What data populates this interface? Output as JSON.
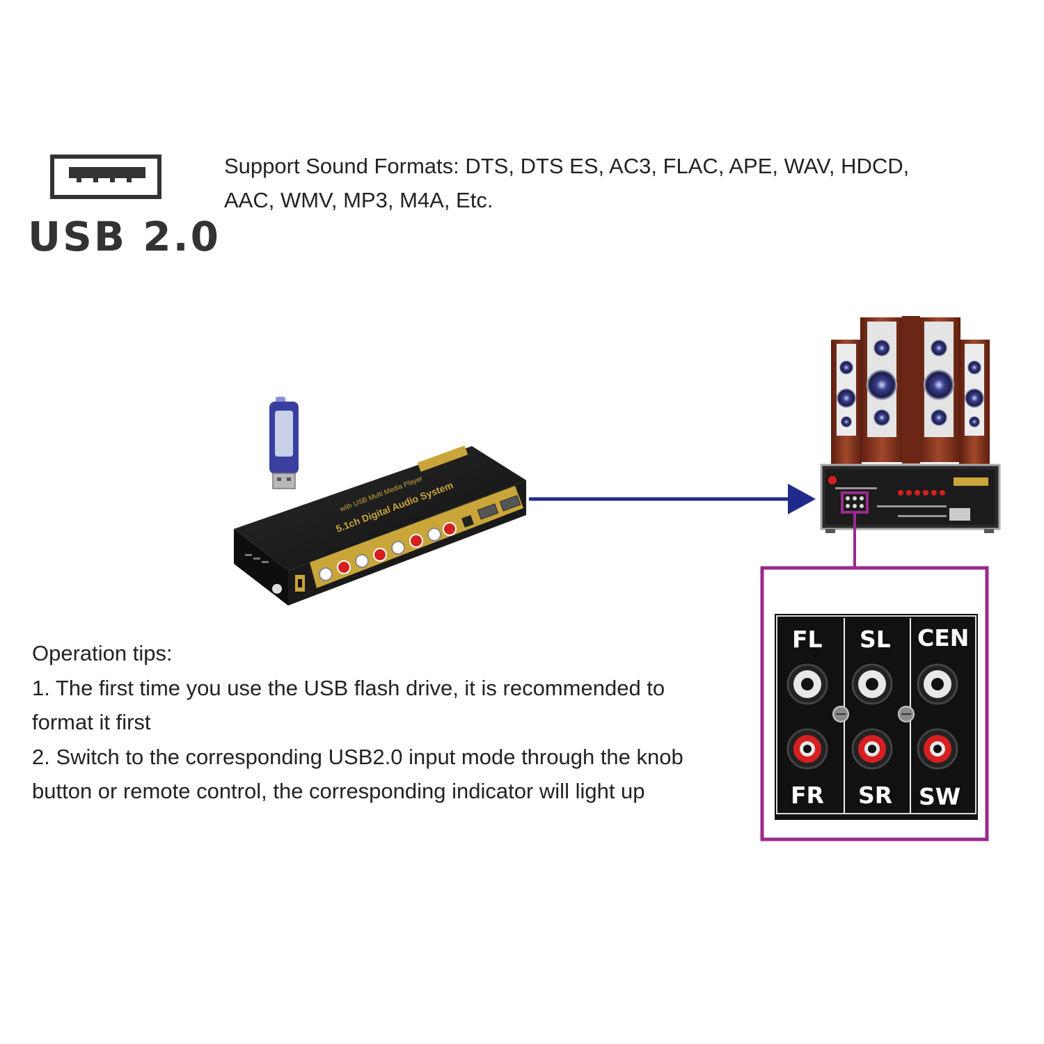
{
  "usb": {
    "label": "USB 2.0",
    "icon": "usb-port-icon"
  },
  "formats": {
    "line1": "Support Sound Formats: DTS, DTS ES, AC3, FLAC, APE, WAV, HDCD,",
    "line2": "AAC, WMV, MP3, M4A, Etc."
  },
  "tips": {
    "title": "Operation tips:",
    "line1": "1. The first time you use the USB flash drive, it is recommended to",
    "line2": "format it first",
    "line3": "2. Switch to the corresponding USB2.0 input mode through the knob",
    "line4": "button or remote control, the corresponding indicator will light up"
  },
  "device": {
    "title": "5.1ch Digital Audio System",
    "subtitle": "with USB Multi Media Player"
  },
  "channels": {
    "fl": "FL",
    "sl": "SL",
    "cen": "CEN",
    "fr": "FR",
    "sr": "SR",
    "sw": "SW"
  },
  "colors": {
    "arrow": "#1f2a8a",
    "highlight": "#9b2a8e",
    "speaker_wood": "#8a3a22",
    "gold": "#c9a53a"
  }
}
